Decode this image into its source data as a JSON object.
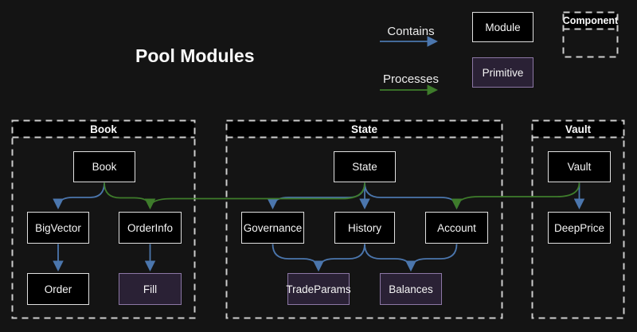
{
  "title": "Pool Modules",
  "legend": {
    "contains_label": "Contains",
    "processes_label": "Processes",
    "module_label": "Module",
    "primitive_label": "Primitive",
    "component_label": "Component"
  },
  "colors": {
    "background": "#141414",
    "module_fill": "#000000",
    "module_border": "#e0e0e0",
    "primitive_fill": "#2a2135",
    "primitive_border": "#8c77a5",
    "contains_edge_blue": "#4b76ad",
    "processes_edge_green": "#3e7c2b",
    "dashed_border": "#cdcdcd",
    "text": "#f5f5f5"
  },
  "groups": [
    {
      "title": "Book",
      "nodes": [
        {
          "label": "Book",
          "type": "module"
        },
        {
          "label": "BigVector",
          "type": "module"
        },
        {
          "label": "OrderInfo",
          "type": "module"
        },
        {
          "label": "Order",
          "type": "module"
        },
        {
          "label": "Fill",
          "type": "primitive"
        }
      ]
    },
    {
      "title": "State",
      "nodes": [
        {
          "label": "State",
          "type": "module"
        },
        {
          "label": "Governance",
          "type": "module"
        },
        {
          "label": "History",
          "type": "module"
        },
        {
          "label": "Account",
          "type": "module"
        },
        {
          "label": "TradeParams",
          "type": "primitive"
        },
        {
          "label": "Balances",
          "type": "primitive"
        }
      ]
    },
    {
      "title": "Vault",
      "nodes": [
        {
          "label": "Vault",
          "type": "module"
        },
        {
          "label": "DeepPrice",
          "type": "module"
        }
      ]
    }
  ],
  "edges": {
    "contains": [
      [
        "Book",
        "BigVector"
      ],
      [
        "BigVector",
        "Order"
      ],
      [
        "OrderInfo",
        "Fill"
      ],
      [
        "State",
        "Governance"
      ],
      [
        "State",
        "History"
      ],
      [
        "State",
        "Account"
      ],
      [
        "Governance",
        "TradeParams"
      ],
      [
        "History",
        "TradeParams"
      ],
      [
        "History",
        "Balances"
      ],
      [
        "Account",
        "Balances"
      ],
      [
        "Vault",
        "DeepPrice"
      ]
    ],
    "processes": [
      [
        "Book",
        "OrderInfo"
      ],
      [
        "State",
        "OrderInfo"
      ],
      [
        "Vault",
        "Account"
      ]
    ]
  }
}
